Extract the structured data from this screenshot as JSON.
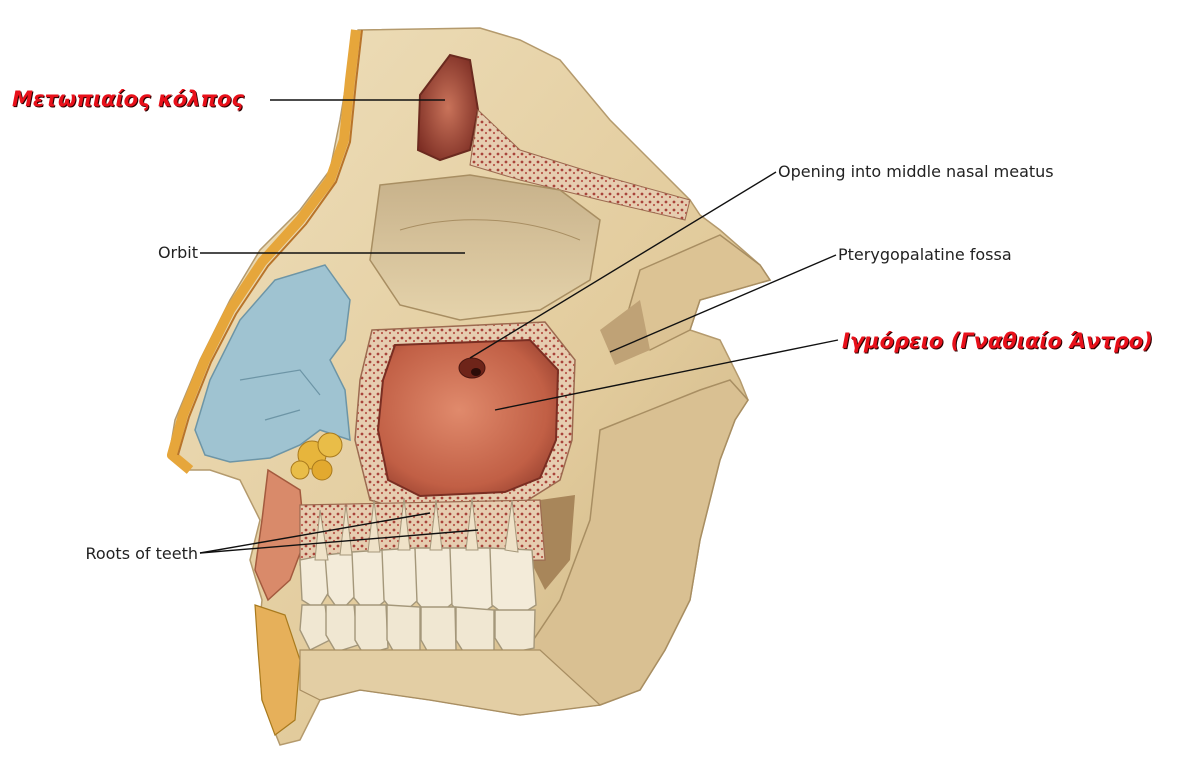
{
  "labels": {
    "frontal_sinus": "Μετωπιαίος κόλπος",
    "opening_middle_meatus": "Opening into middle nasal meatus",
    "orbit": "Orbit",
    "pterygopalatine_fossa": "Pterygopalatine fossa",
    "maxillary_sinus": "Ιγμόρειο (Γναθιαίο Άντρο)",
    "roots_of_teeth": "Roots of teeth"
  },
  "colors": {
    "greek_label": "#e8101a",
    "label_text": "#222222",
    "leader_line": "#111111",
    "bone": "#e7d3a8",
    "bone_shadow": "#b9a074",
    "sinus": "#c7694f",
    "sinus_dark": "#8c3a2a",
    "cartilage": "#9fc3d1",
    "fat_yellow": "#e7b53c",
    "teeth": "#f3ebd9"
  }
}
